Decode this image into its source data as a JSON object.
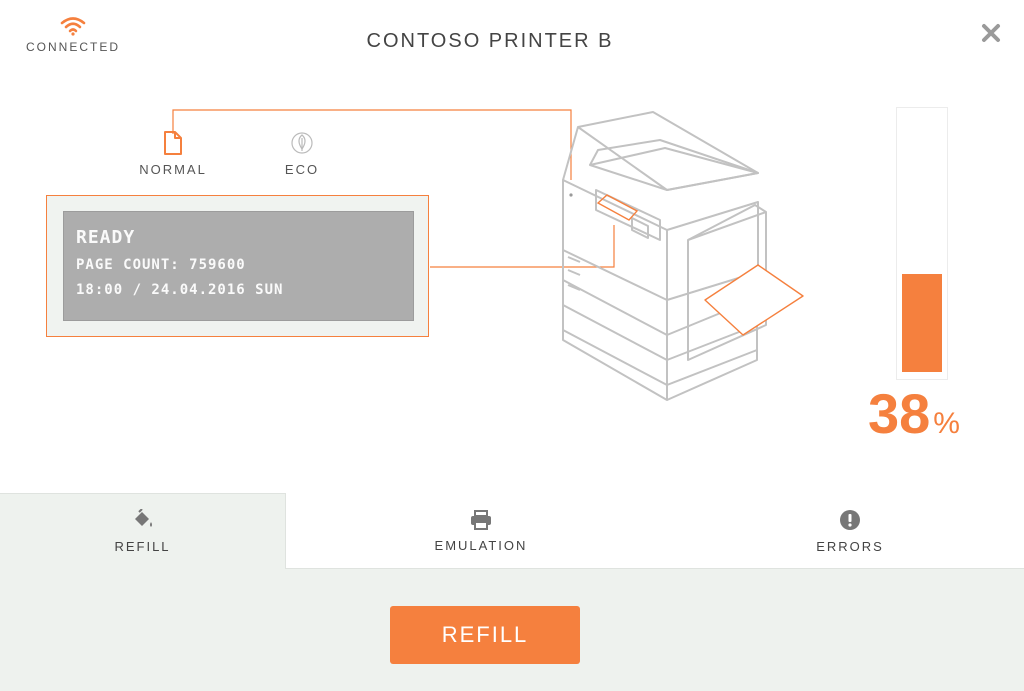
{
  "header": {
    "connection_label": "CONNECTED",
    "title": "CONTOSO PRINTER B"
  },
  "modes": [
    {
      "label": "NORMAL",
      "icon": "document-icon",
      "active": true
    },
    {
      "label": "ECO",
      "icon": "leaf-icon",
      "active": false
    }
  ],
  "status": {
    "main": "READY",
    "page_count": "PAGE COUNT: 759600",
    "datetime": "18:00 / 24.04.2016 SUN"
  },
  "ink": {
    "level_percent": 38,
    "value": "38",
    "unit": "%"
  },
  "tabs": [
    {
      "label": "REFILL",
      "icon": "paint-bucket-icon",
      "active": true
    },
    {
      "label": "EMULATION",
      "icon": "printer-icon",
      "active": false
    },
    {
      "label": "ERRORS",
      "icon": "alert-icon",
      "active": false
    }
  ],
  "action": {
    "refill_label": "REFILL"
  },
  "colors": {
    "accent": "#f5803e",
    "screen": "#adadad",
    "panel_bg": "#eef2ee"
  }
}
